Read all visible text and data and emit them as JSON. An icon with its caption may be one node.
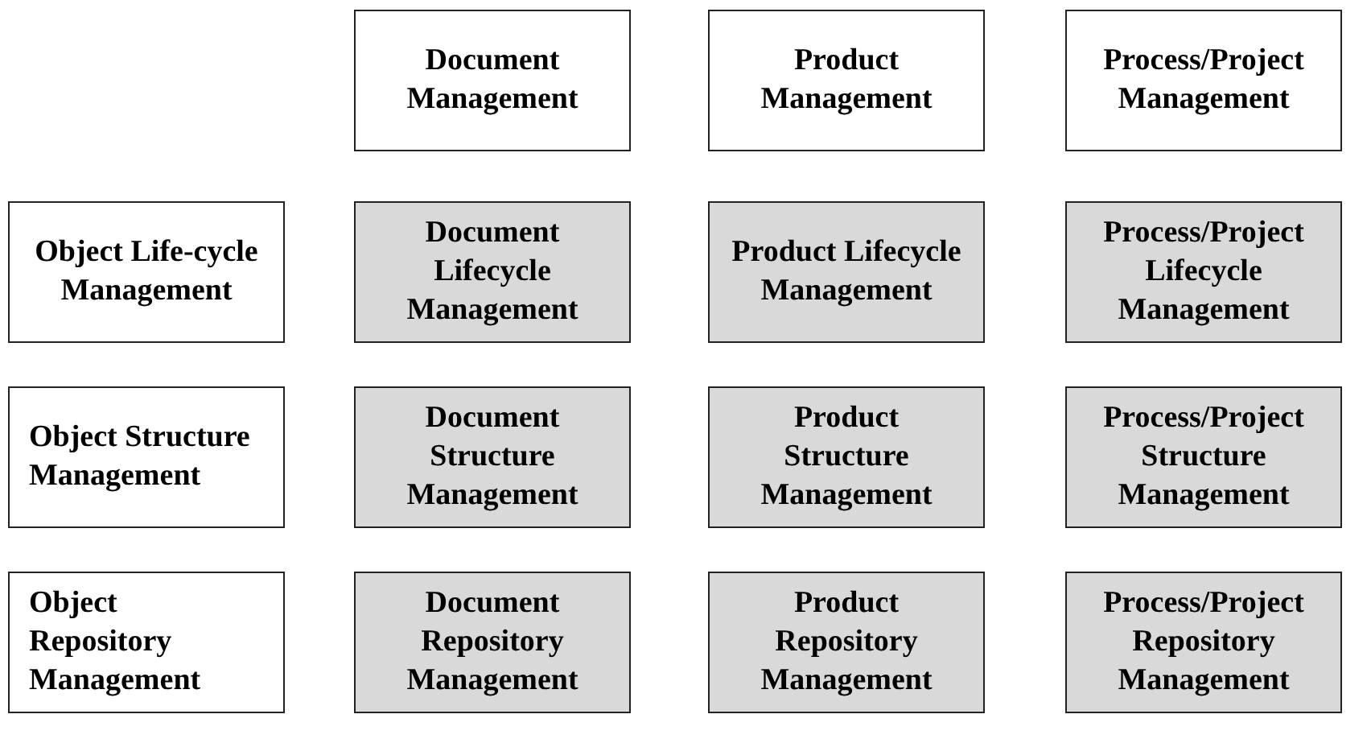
{
  "diagram": {
    "nodes": [
      {
        "text": [
          "Document Management"
        ]
      },
      {
        "text": [
          "Product Management"
        ]
      },
      {
        "text": [
          "Process/Project Management"
        ]
      },
      {
        "text": [
          "Object Life-cycle Management"
        ]
      },
      {
        "text": [
          "Document Lifecycle Management"
        ]
      },
      {
        "text": [
          "Product Lifecycle Management"
        ]
      },
      {
        "text": [
          "Process/Project Lifecycle Management"
        ]
      },
      {
        "text": [
          "Object Structure Management"
        ]
      },
      {
        "text": [
          "Document Structure Management"
        ]
      },
      {
        "text": [
          "Product Structure Management"
        ]
      },
      {
        "text": [
          "Process/Project Structure Management"
        ]
      },
      {
        "text": [
          "Object Repository Management"
        ]
      },
      {
        "text": [
          "Document Repository Management"
        ]
      },
      {
        "text": [
          "Product Repository Management"
        ]
      },
      {
        "text": [
          "Process/Project Repository Management"
        ]
      }
    ]
  }
}
